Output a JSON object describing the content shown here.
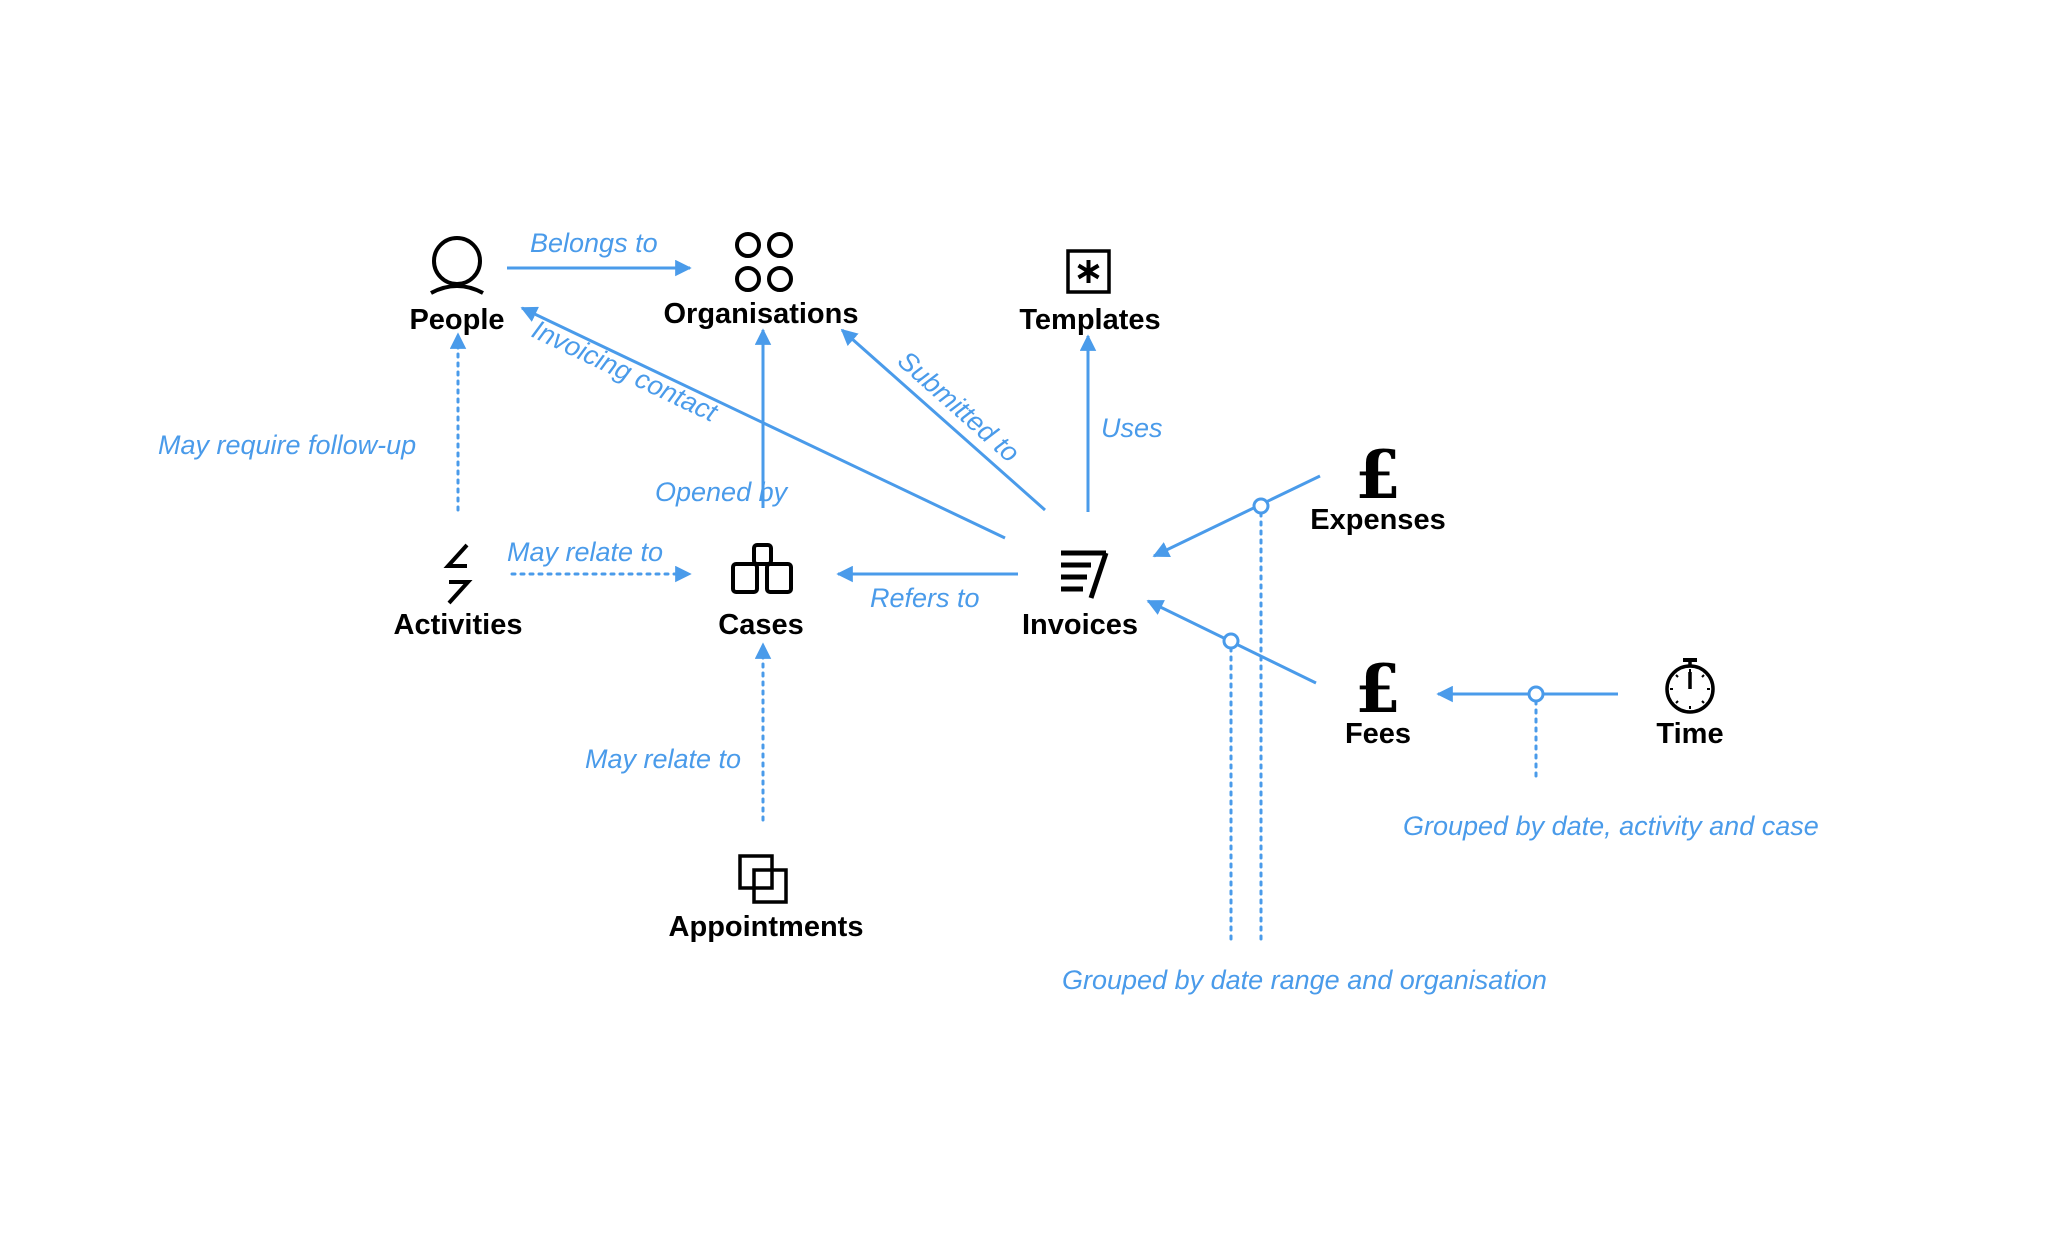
{
  "colors": {
    "accent": "#4a9bea",
    "node_text": "#000000"
  },
  "nodes": {
    "people": {
      "label": "People",
      "icon": "person-icon"
    },
    "organisations": {
      "label": "Organisations",
      "icon": "four-circles-icon"
    },
    "templates": {
      "label": "Templates",
      "icon": "asterisk-box-icon"
    },
    "activities": {
      "label": "Activities",
      "icon": "lightning-icon"
    },
    "cases": {
      "label": "Cases",
      "icon": "blocks-icon"
    },
    "invoices": {
      "label": "Invoices",
      "icon": "invoice-lines-icon"
    },
    "appointments": {
      "label": "Appointments",
      "icon": "stacked-squares-icon"
    },
    "expenses": {
      "label": "Expenses",
      "icon": "pound-icon",
      "symbol": "£"
    },
    "fees": {
      "label": "Fees",
      "icon": "pound-icon",
      "symbol": "£"
    },
    "time": {
      "label": "Time",
      "icon": "stopwatch-icon"
    }
  },
  "edges": {
    "belongs_to": "Belongs to",
    "invoicing_contact": "Invoicing contact",
    "submitted_to": "Submitted to",
    "uses": "Uses",
    "may_require_follow_up": "May require follow-up",
    "opened_by": "Opened by",
    "may_relate_to_activities": "May relate to",
    "refers_to": "Refers to",
    "may_relate_to_appointments": "May relate to"
  },
  "groupings": {
    "invoice_items": "Grouped by date range and organisation",
    "fee_time": "Grouped by date, activity and case"
  }
}
